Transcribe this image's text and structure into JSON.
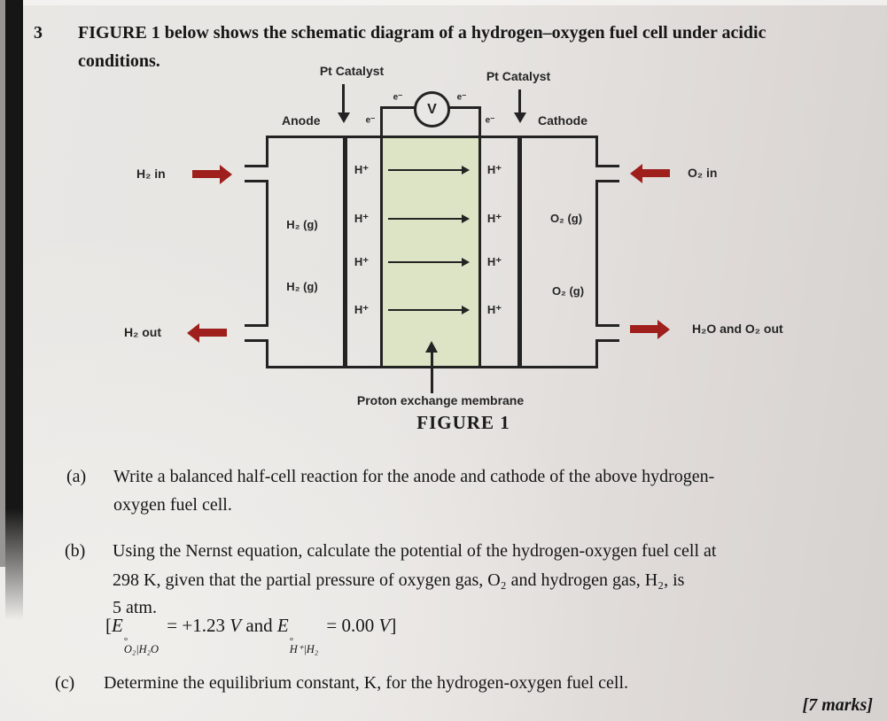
{
  "page": {
    "question_number": "3",
    "title_lines": [
      "FIGURE 1 below shows the schematic diagram of a hydrogen–oxygen fuel cell under acidic",
      "conditions."
    ]
  },
  "diagram": {
    "pt_catalyst_left": "Pt Catalyst",
    "pt_catalyst_right": "Pt Catalyst",
    "anode_label": "Anode",
    "cathode_label": "Cathode",
    "voltmeter_label": "V",
    "electron_label": "e⁻",
    "h_plus_label": "H⁺",
    "h2_gas_label": "H₂ (g)",
    "o2_gas_label": "O₂ (g)",
    "h2_in_label": "H₂ in",
    "h2_out_label": "H₂ out",
    "o2_in_label": "O₂ in",
    "h2o_o2_out_label": "H₂O and O₂ out",
    "membrane_label": "Proton exchange membrane",
    "figure_caption": "FIGURE 1",
    "colors": {
      "arrow-red": "#9e1f1c",
      "membrane-green": "#dde3c5",
      "line-dark": "#232323"
    }
  },
  "questions": {
    "a": {
      "label": "(a)",
      "lines": [
        "Write a balanced half-cell reaction for the anode and cathode of the above hydrogen-",
        "oxygen fuel cell."
      ]
    },
    "b": {
      "label": "(b)",
      "lines": [
        "Using the Nernst equation, calculate the potential of the hydrogen-oxygen fuel cell at",
        "298 K, given that the partial pressure of oxygen gas, O₂ and hydrogen gas, H₂, is",
        "5 atm."
      ],
      "equation": {
        "open": "[",
        "e1": "E",
        "deg1": "°",
        "sub1": "O₂|H₂O",
        "val1": "= +1.23",
        "unit1": "V",
        "conj": "and",
        "e2": "E",
        "deg2": "°",
        "sub2": "H⁺|H₂",
        "val2": "= 0.00",
        "unit2": "V",
        "close": "]"
      }
    },
    "c": {
      "label": "(c)",
      "line": "Determine the equilibrium constant, K, for the hydrogen-oxygen fuel cell."
    },
    "marks": "[7 marks]"
  }
}
